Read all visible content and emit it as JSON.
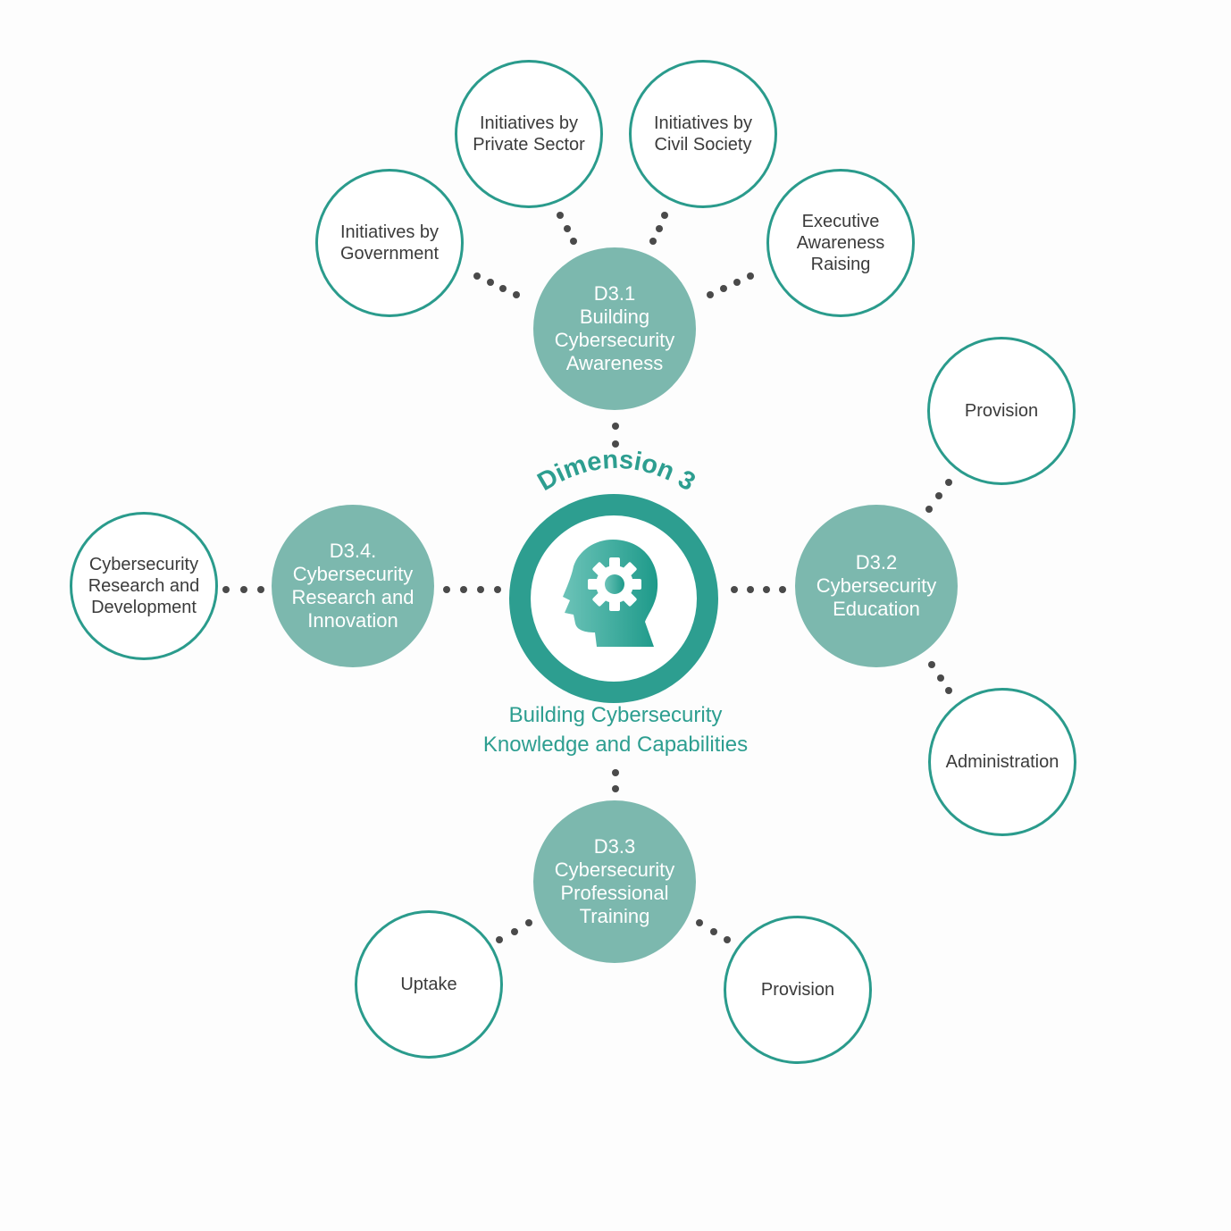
{
  "dimension": {
    "title": "Dimension 3",
    "subtitle_lines": [
      "Building Cybersecurity",
      "Knowledge and Capabilities"
    ]
  },
  "colors": {
    "teal_dark": "#2d9e90",
    "teal_light": "#7cb8ae",
    "outline": "#2a9b8c",
    "dot": "#4a4a4a",
    "text_dark": "#3b3b3b"
  },
  "icons": {
    "center": "head-gear-icon"
  },
  "subdimensions": [
    {
      "id": "d3-1",
      "lines": [
        "D3.1",
        "Building",
        "Cybersecurity",
        "Awareness"
      ],
      "factors": [
        {
          "lines": [
            "Initiatives by",
            "Government"
          ]
        },
        {
          "lines": [
            "Initiatives by",
            "Private Sector"
          ]
        },
        {
          "lines": [
            "Initiatives by",
            "Civil Society"
          ]
        },
        {
          "lines": [
            "Executive",
            "Awareness",
            "Raising"
          ]
        }
      ]
    },
    {
      "id": "d3-2",
      "lines": [
        "D3.2",
        "Cybersecurity",
        "Education"
      ],
      "factors": [
        {
          "lines": [
            "Provision"
          ]
        },
        {
          "lines": [
            "Administration"
          ]
        }
      ]
    },
    {
      "id": "d3-3",
      "lines": [
        "D3.3",
        "Cybersecurity",
        "Professional",
        "Training"
      ],
      "factors": [
        {
          "lines": [
            "Uptake"
          ]
        },
        {
          "lines": [
            "Provision"
          ]
        }
      ]
    },
    {
      "id": "d3-4",
      "lines": [
        "D3.4.",
        "Cybersecurity",
        "Research and",
        "Innovation"
      ],
      "factors": [
        {
          "lines": [
            "Cybersecurity",
            "Research and",
            "Development"
          ]
        }
      ]
    }
  ]
}
